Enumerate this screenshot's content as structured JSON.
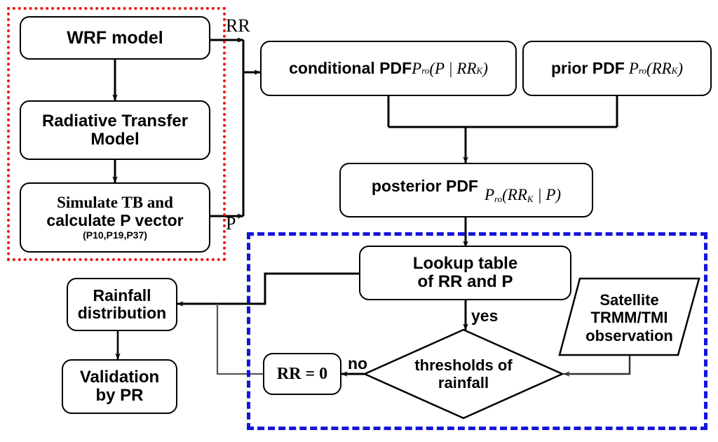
{
  "diagram": {
    "title": "Rainfall retrieval flowchart (WRF + Bayesian lookup table)",
    "colors": {
      "model_region_border": "#ee1111",
      "retrieval_region_border": "#1414dd",
      "node_border": "#000000",
      "background": "#ffffff"
    },
    "regions": [
      {
        "name": "model-simulation-region",
        "style": "red dotted rectangle"
      },
      {
        "name": "retrieval-region",
        "style": "blue dashed rectangle"
      }
    ],
    "nodes": {
      "wrf_model": "WRF model",
      "radiative_transfer_model_line1": "Radiative Transfer",
      "radiative_transfer_model_line2": "Model",
      "simulate_tb_line1": "Simulate TB and",
      "simulate_tb_line2": "calculate P vector",
      "simulate_tb_line3": "(P10,P19,P37)",
      "conditional_pdf_text": "conditional PDF",
      "conditional_pdf_formula_p": "P",
      "conditional_pdf_formula_sub": "ro",
      "conditional_pdf_formula_args": "(P | RR",
      "conditional_pdf_formula_k": "K",
      "conditional_pdf_formula_close": ")",
      "prior_pdf_text": "prior PDF",
      "prior_pdf_formula_p": "P",
      "prior_pdf_formula_sub": "ro",
      "prior_pdf_formula_args": "(RR",
      "prior_pdf_formula_k": "K",
      "prior_pdf_formula_close": ")",
      "posterior_pdf_text": "posterior PDF",
      "posterior_pdf_formula_p": "P",
      "posterior_pdf_formula_sub": "ro",
      "posterior_pdf_formula_args": "(RR",
      "posterior_pdf_formula_k": "K",
      "posterior_pdf_formula_close": " | P)",
      "lookup_table_line1": "Lookup table",
      "lookup_table_line2": "of RR and P",
      "satellite_line1": "Satellite",
      "satellite_line2": "TRMM/TMI",
      "satellite_line3": "observation",
      "thresholds_line1": "thresholds of",
      "thresholds_line2": "rainfall",
      "rr_zero": "RR = 0",
      "rainfall_distribution_line1": "Rainfall",
      "rainfall_distribution_line2": "distribution",
      "validation_line1": "Validation",
      "validation_line2": "by PR"
    },
    "edge_labels": {
      "rr": "RR",
      "p": "P",
      "yes": "yes",
      "no": "no"
    }
  }
}
